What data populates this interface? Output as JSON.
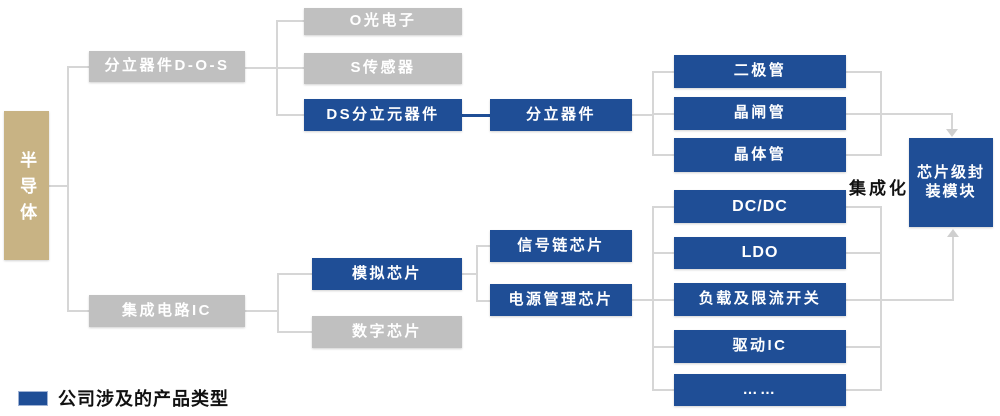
{
  "diagram": {
    "nodes": {
      "semiconductor": "半导体",
      "discrete_dos": "分立器件D-O-S",
      "ic": "集成电路IC",
      "optoelectronics": "O光电子",
      "sensor": "S传感器",
      "ds_discrete": "DS分立元器件",
      "discrete_device": "分立器件",
      "analog_chip": "模拟芯片",
      "digital_chip": "数字芯片",
      "signal_chain": "信号链芯片",
      "power_mgmt": "电源管理芯片",
      "diode": "二极管",
      "thyristor": "晶闸管",
      "transistor": "晶体管",
      "dcdc": "DC/DC",
      "ldo": "LDO",
      "load_switch": "负载及限流开关",
      "driver_ic": "驱动IC",
      "more": "……",
      "chip_package": "芯片级封装模块"
    },
    "annotations": {
      "integration": "集成化"
    },
    "legend": {
      "label": "公司涉及的产品类型",
      "swatch_color": "#1F4E96"
    },
    "colors": {
      "highlight_blue": "#1F4E96",
      "muted_gray": "#C0C0C0",
      "root_tan": "#C8B384",
      "connector_gray": "#D6D6D6"
    }
  }
}
